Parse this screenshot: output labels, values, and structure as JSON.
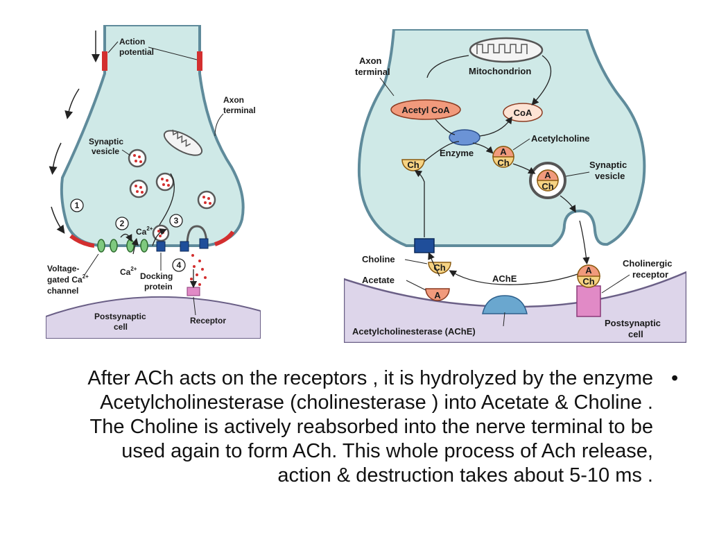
{
  "left_diagram": {
    "action_potential": "Action potential",
    "axon_terminal": "Axon terminal",
    "synaptic_vesicle": "Synaptic vesicle",
    "step_1": "1",
    "step_2": "2",
    "step_3": "3",
    "step_4": "4",
    "ca_ion": "Ca",
    "ca_charge": "2+",
    "voltage_gated": "Voltage-gated Ca",
    "channel": "channel",
    "docking_protein": "Docking protein",
    "receptor": "Receptor",
    "postsynaptic_cell": "Postsynaptic cell"
  },
  "right_diagram": {
    "axon_terminal": "Axon terminal",
    "mitochondrion": "Mitochondrion",
    "acetyl_coa": "Acetyl CoA",
    "coa": "CoA",
    "enzyme": "Enzyme",
    "acetylcholine": "Acetylcholine",
    "a": "A",
    "ch": "Ch",
    "synaptic_vesicle": "Synaptic vesicle",
    "choline": "Choline",
    "acetate": "Acetate",
    "ache": "AChE",
    "cholinergic_receptor": "Cholinergic receptor",
    "acetylcholinesterase": "Acetylcholinesterase (AChE)",
    "postsynaptic_cell": "Postsynaptic cell"
  },
  "caption": {
    "text": "After ACh acts on the receptors , it is hydrolyzed by the enzyme  Acetylcholinesterase (cholinesterase ) into Acetate & Choline . The Choline is actively reabsorbed into the nerve terminal to be used again to form ACh. This whole process of Ach release, action & destruction takes about 5-10 ms .",
    "bullet": "•"
  }
}
